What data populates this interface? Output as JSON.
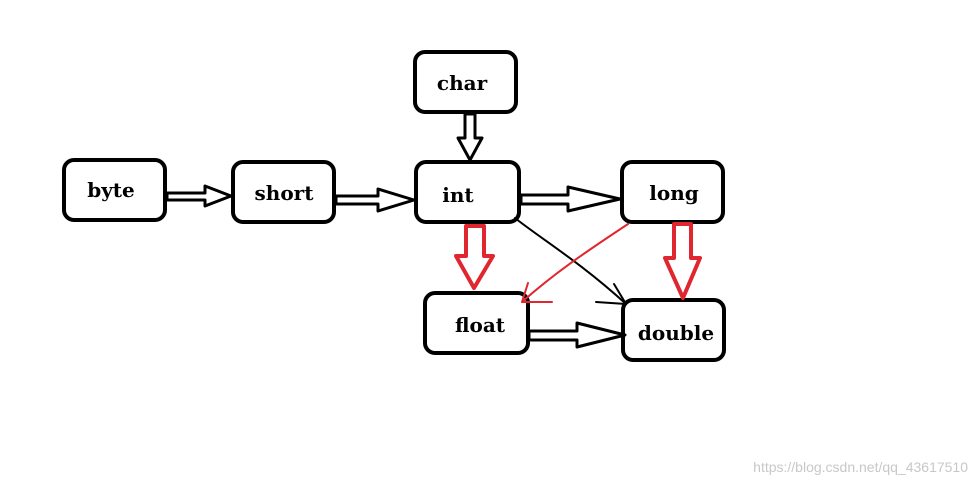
{
  "nodes": {
    "char": "char",
    "byte": "byte",
    "short": "short",
    "int": "int",
    "long": "long",
    "float": "float",
    "double": "double"
  },
  "watermark": "https://blog.csdn.net/qq_43617510",
  "colors": {
    "stroke": "#000000",
    "lossy_arrow": "#e0262e",
    "watermark": "#c8c8c8",
    "background": "#ffffff"
  }
}
